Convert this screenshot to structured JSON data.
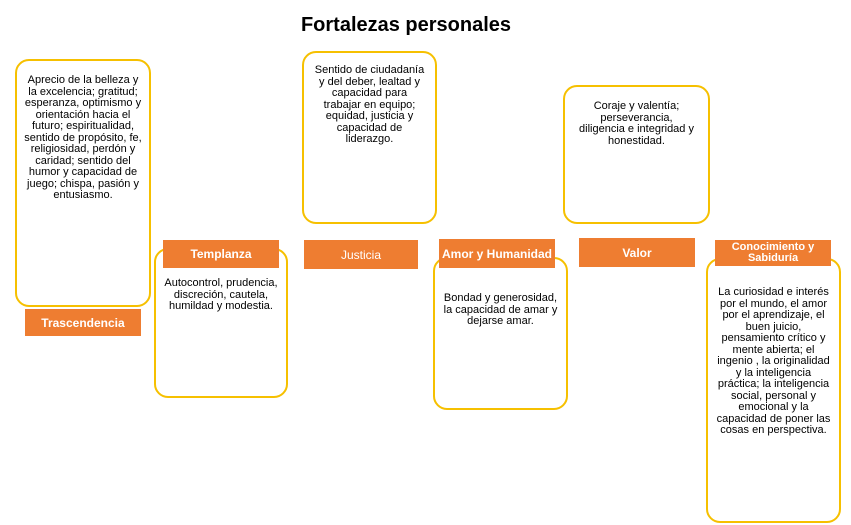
{
  "title": "Fortalezas personales",
  "colors": {
    "border": "#f6c000",
    "label_fill": "#ee7d31",
    "label_text": "#ffffff"
  },
  "strengths": [
    {
      "label": "Trascendencia",
      "text": "Aprecio de la belleza y la excelencia; gratitud; esperanza, optimismo y orientación hacia el futuro; espiritualidad, sentido de propósito, fe, religiosidad, perdón y caridad; sentido del humor y capacidad de juego; chispa, pasión y entusiasmo."
    },
    {
      "label": "Templanza",
      "text": "Autocontrol, prudencia, discreción, cautela, humildad y modestia."
    },
    {
      "label": "Justicia",
      "text": "Sentido de ciudadanía y del deber, lealtad y capacidad para trabajar en equipo; equidad, justicia y capacidad de liderazgo."
    },
    {
      "label": "Amor y Humanidad",
      "text": "Bondad y generosidad, la capacidad de amar y dejarse amar."
    },
    {
      "label": "Valor",
      "text": "Coraje y valentía; perseverancia, diligencia e integridad y honestidad."
    },
    {
      "label": "Conocimiento y Sabiduría",
      "text": "La curiosidad e interés por el mundo, el amor por el aprendizaje, el buen juicio, pensamiento crítico y mente abierta; el ingenio , la originalidad y la inteligencia práctica; la inteligencia social, personal y emocional y la capacidad de poner las cosas en perspectiva."
    }
  ]
}
